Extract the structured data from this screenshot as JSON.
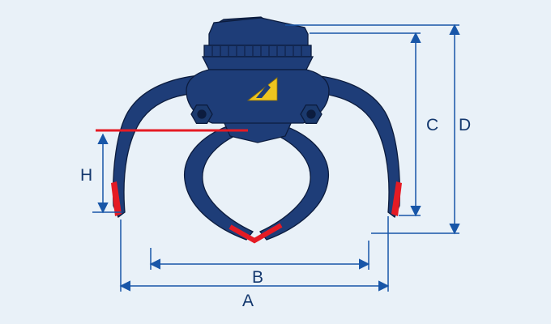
{
  "diagram": {
    "illustration": "orange-peel-grapple-front-view",
    "dimension_labels": [
      "A",
      "B",
      "C",
      "D",
      "H"
    ]
  },
  "dimensions": {
    "A": {
      "label": "A"
    },
    "B": {
      "label": "B"
    },
    "C": {
      "label": "C"
    },
    "D": {
      "label": "D"
    },
    "H": {
      "label": "H"
    }
  },
  "colors": {
    "background": "#e9f1f8",
    "machine_fill": "#1e3d78",
    "machine_outline": "#0c1c3e",
    "dimension_line": "#1856a8",
    "label_text": "#14386e",
    "accent_red": "#e51b24",
    "logo_yellow": "#edc51f"
  }
}
